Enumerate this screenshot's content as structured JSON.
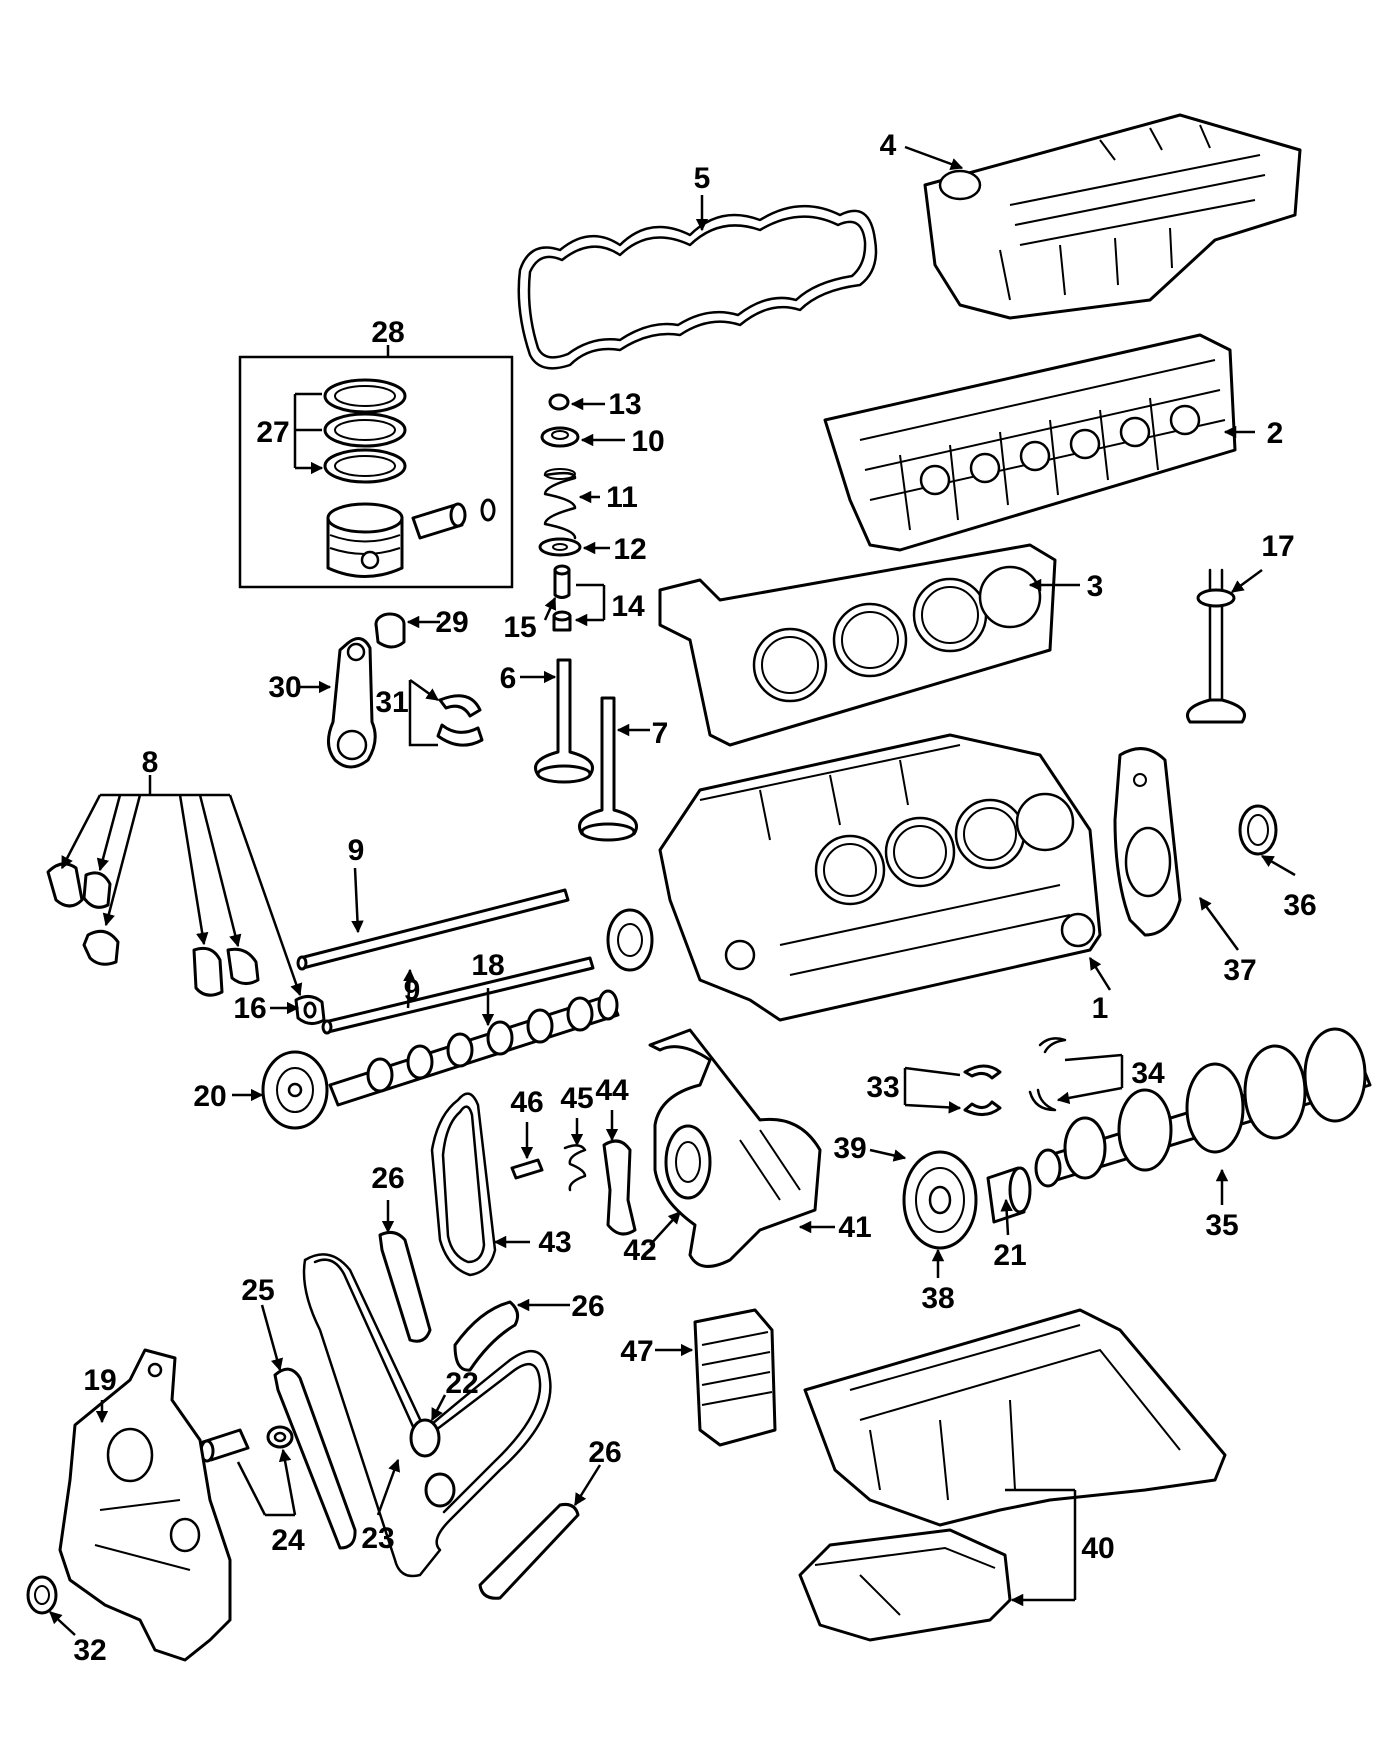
{
  "diagram": {
    "labels": {
      "l1": "1",
      "l2": "2",
      "l3": "3",
      "l4": "4",
      "l5": "5",
      "l6": "6",
      "l7": "7",
      "l8": "8",
      "l9a": "9",
      "l9b": "9",
      "l10": "10",
      "l11": "11",
      "l12": "12",
      "l13": "13",
      "l14": "14",
      "l15": "15",
      "l16": "16",
      "l17": "17",
      "l18": "18",
      "l19": "19",
      "l20": "20",
      "l21": "21",
      "l22": "22",
      "l23": "23",
      "l24": "24",
      "l25": "25",
      "l26a": "26",
      "l26b": "26",
      "l26c": "26",
      "l27": "27",
      "l28": "28",
      "l29": "29",
      "l30": "30",
      "l31": "31",
      "l32": "32",
      "l33": "33",
      "l34": "34",
      "l35": "35",
      "l36": "36",
      "l37": "37",
      "l38": "38",
      "l39": "39",
      "l40": "40",
      "l41": "41",
      "l42": "42",
      "l43": "43",
      "l44": "44",
      "l45": "45",
      "l46": "46",
      "l47": "47"
    }
  }
}
